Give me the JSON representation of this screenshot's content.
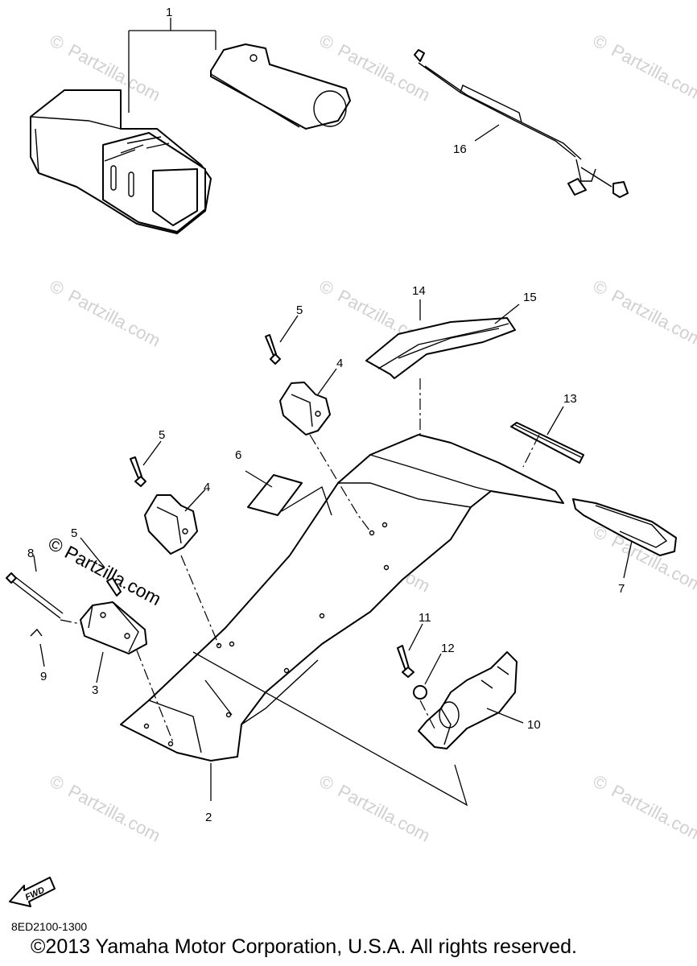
{
  "callouts": {
    "c1": "1",
    "c2": "2",
    "c3": "3",
    "c4a": "4",
    "c4b": "4",
    "c5a": "5",
    "c5b": "5",
    "c5c": "5",
    "c6": "6",
    "c7": "7",
    "c8": "8",
    "c9": "9",
    "c10": "10",
    "c11": "11",
    "c12": "12",
    "c13": "13",
    "c14": "14",
    "c15": "15",
    "c16": "16"
  },
  "watermark": {
    "symbol": "©",
    "text": "Partzilla.com",
    "strong_text": "© Partzilla.com",
    "color": "#d0d0d0"
  },
  "fwd_label": "FWD",
  "diagram_code": "8ED2100-1300",
  "copyright": "©2013  Yamaha Motor Corporation, U.S.A. All rights reserved."
}
